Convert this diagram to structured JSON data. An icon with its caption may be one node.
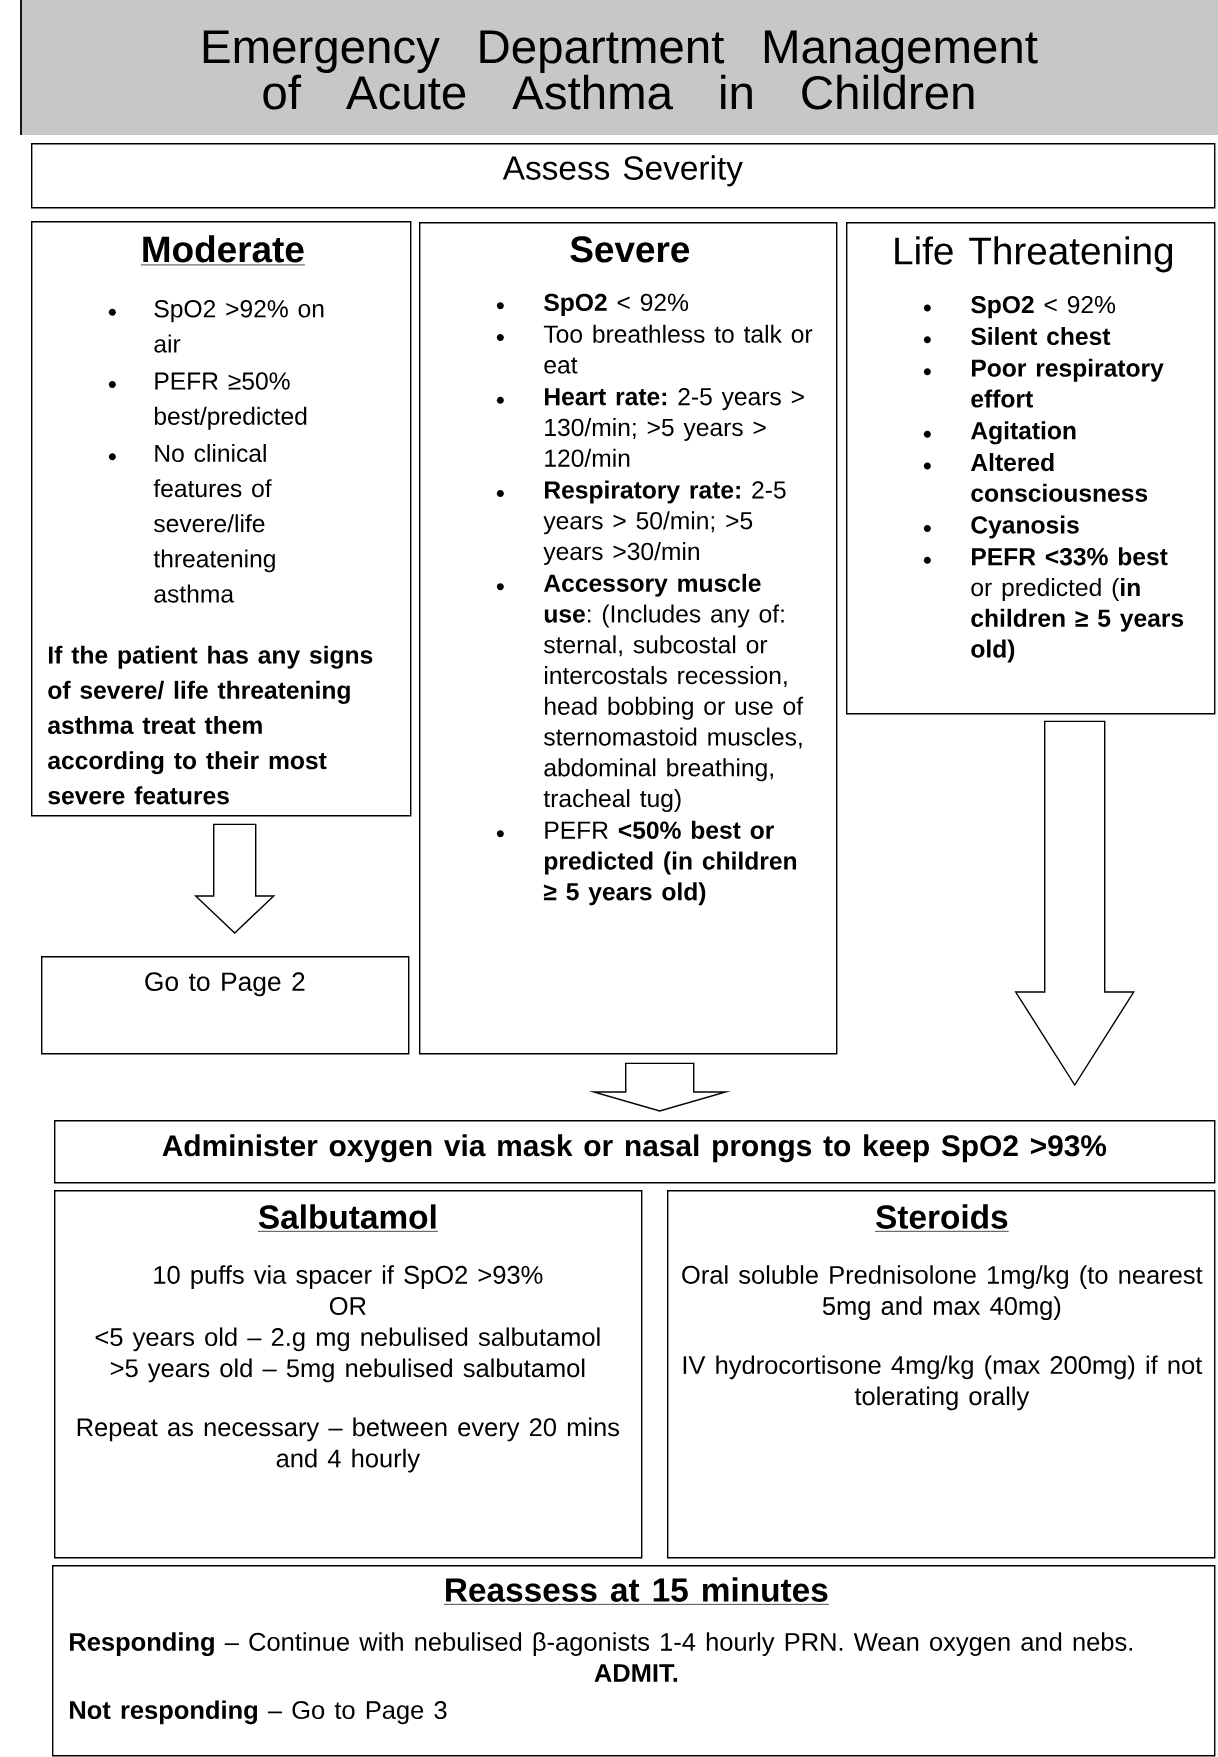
{
  "diagram": {
    "title": "Emergency Department Management of Acute Asthma in Children",
    "nodes": [
      {
        "text": [
          "Assess Severity"
        ]
      },
      {
        "text": [
          "Moderate",
          "SpO2 >92% on air",
          "PEFR ≥50% best/predicted",
          "No clinical features of severe/life threatening asthma",
          "If the patient has any signs of severe/ life threatening asthma treat them according to their most severe features"
        ]
      },
      {
        "text": [
          "Severe",
          "**SpO2** < 92%",
          "Too breathless to talk or eat",
          "**Heart rate:** 2-5 years > 130/min; >5 years > 120/min",
          "**Respiratory rate:** 2-5 years > 50/min; >5 years >30/min",
          "**Accessory muscle use**: (Includes any of: sternal, subcostal or intercostals recession, head bobbing or use of sternomastoid muscles, abdominal breathing, tracheal tug)",
          "PEFR **<50% best or predicted (in children ≥ 5 years old)**"
        ]
      },
      {
        "text": [
          "Life Threatening",
          "**SpO2** < 92%",
          "Silent chest",
          "Poor respiratory effort",
          "Agitation",
          "Altered consciousness",
          "Cyanosis",
          "**PEFR <33% best** or predicted (**in children ≥ 5 years old)**"
        ]
      },
      {
        "text": [
          "Go to Page 2"
        ]
      },
      {
        "text": [
          "Administer oxygen via mask or nasal prongs to keep SpO2 >93%"
        ]
      },
      {
        "text": [
          "Salbutamol",
          "10 puffs via spacer if SpO2 >93%",
          "OR",
          "<5 years old – 2.g mg nebulised salbutamol",
          ">5 years old – 5mg nebulised salbutamol",
          "Repeat as necessary – between every 20 mins and 4 hourly"
        ]
      },
      {
        "text": [
          "Steroids",
          "Oral soluble Prednisolone 1mg/kg (to nearest 5mg and max 40mg)",
          "IV hydrocortisone 4mg/kg (max 200mg) if not tolerating orally"
        ]
      },
      {
        "text": [
          "Reassess at 15 minutes",
          "**Responding** – Continue with nebulised β-agonists 1-4 hourly PRN. Wean oxygen and nebs.",
          "ADMIT.",
          "**Not responding** – Go to Page 3"
        ]
      }
    ],
    "edges": [
      {
        "from": 1,
        "to": 4,
        "arrow": "to"
      },
      {
        "from": 2,
        "to": 5,
        "arrow": "to"
      },
      {
        "from": 3,
        "to": 5,
        "arrow": "to"
      }
    ]
  }
}
